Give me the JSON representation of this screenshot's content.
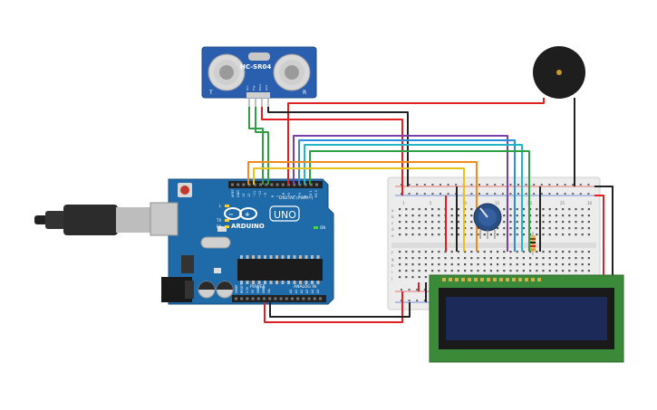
{
  "sensor": {
    "model": "HC-SR04",
    "left_mark": "T",
    "right_mark": "R",
    "pins": [
      "Vcc",
      "Trig",
      "Echo",
      "Gnd"
    ]
  },
  "arduino": {
    "brand": "ARDUINO",
    "model": "UNO",
    "digital_label": "DIGITAL (PWM~)",
    "analog_label": "ANALOG IN",
    "power_label": "POWER",
    "top_pin_labels": [
      "AREF",
      "GND",
      "13",
      "12",
      "~11",
      "~10",
      "~9",
      "8",
      "7",
      "~6",
      "~5",
      "4",
      "~3",
      "2",
      "TX 1",
      "RX 0"
    ],
    "bottom_pin_labels": [
      "IOREF",
      "RESET",
      "3.3V",
      "5V",
      "GND",
      "GND",
      "Vin",
      "A0",
      "A1",
      "A2",
      "A3",
      "A4",
      "A5"
    ],
    "led_labels": [
      "L",
      "TX",
      "RX"
    ],
    "on_label": "ON"
  },
  "breadboard": {
    "column_numbers": [
      "1",
      "5",
      "10",
      "15",
      "20",
      "25",
      "30"
    ],
    "row_letters": [
      "a",
      "b",
      "c",
      "d",
      "e",
      "f",
      "g",
      "h",
      "i",
      "j"
    ]
  },
  "lcd": {
    "type": "16x2 LCD"
  },
  "colors": {
    "board_blue": "#1f6aa8",
    "sensor_blue": "#2a5fb0",
    "wire_red": "#e02020",
    "wire_black": "#222222",
    "wire_green": "#2ea043",
    "wire_orange": "#f08a1c",
    "wire_yellow": "#e6c21a",
    "wire_purple": "#7a3fa8",
    "wire_blue": "#2a8ee0",
    "wire_cyan": "#22b5c9",
    "lcd_green": "#3a8a3a",
    "lcd_screen": "#1c2a5a"
  }
}
